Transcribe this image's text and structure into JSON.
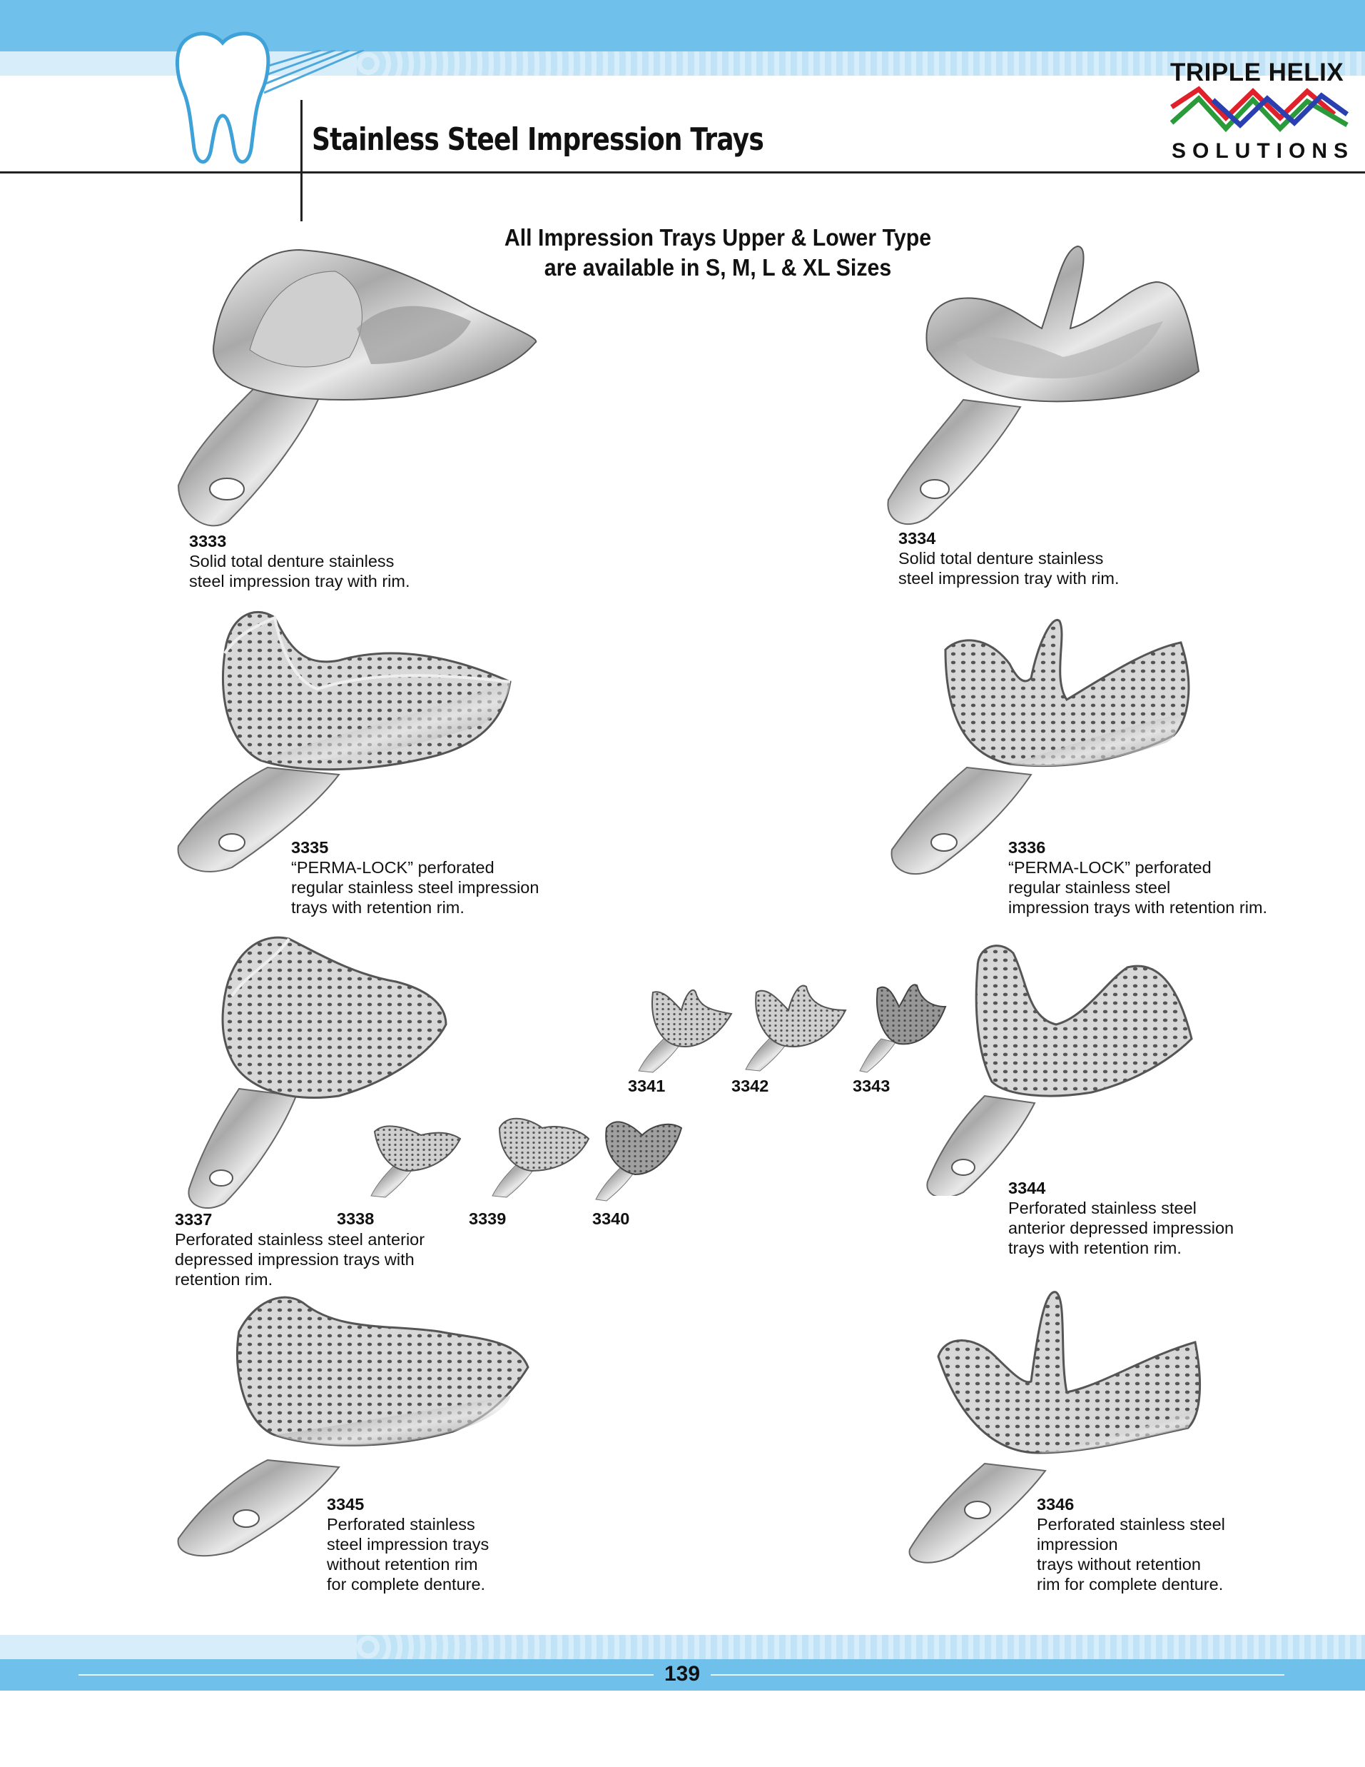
{
  "header": {
    "title": "Stainless Steel Impression Trays",
    "brand": {
      "line1": "TRIPLE HELIX",
      "line2": "SOLUTIONS"
    }
  },
  "subtitle": {
    "line1": "All Impression Trays Upper & Lower Type",
    "line2": "are available in S, M, L & XL Sizes"
  },
  "products": {
    "p3333": {
      "code": "3333",
      "desc": [
        "Solid total denture stainless",
        "steel impression tray with rim."
      ]
    },
    "p3334": {
      "code": "3334",
      "desc": [
        "Solid total denture stainless",
        "steel impression tray with rim."
      ]
    },
    "p3335": {
      "code": "3335",
      "desc": [
        "“PERMA-LOCK” perforated",
        "regular stainless steel impression",
        "trays with retention rim."
      ]
    },
    "p3336": {
      "code": "3336",
      "desc": [
        "“PERMA-LOCK” perforated",
        "regular stainless steel",
        "impression trays with retention rim."
      ]
    },
    "p3337": {
      "code": "3337",
      "desc": [
        "Perforated stainless steel anterior",
        "depressed impression trays with",
        "retention rim."
      ]
    },
    "p3338": {
      "code": "3338"
    },
    "p3339": {
      "code": "3339"
    },
    "p3340": {
      "code": "3340"
    },
    "p3341": {
      "code": "3341"
    },
    "p3342": {
      "code": "3342"
    },
    "p3343": {
      "code": "3343"
    },
    "p3344": {
      "code": "3344",
      "desc": [
        "Perforated stainless steel",
        "anterior depressed impression",
        "trays with retention rim."
      ]
    },
    "p3345": {
      "code": "3345",
      "desc": [
        "Perforated stainless",
        "steel impression trays",
        "without retention rim",
        "for complete denture."
      ]
    },
    "p3346": {
      "code": "3346",
      "desc": [
        "Perforated stainless steel",
        "impression",
        "trays without retention",
        "rim for complete denture."
      ]
    }
  },
  "footer": {
    "page_number": "139"
  },
  "colors": {
    "accent_blue": "#70c0ec",
    "light_blue": "#d7eefa",
    "brand_red": "#e0202a",
    "brand_green": "#2a9a3a",
    "brand_blue": "#2a3fb0"
  },
  "icons": [
    "tooth-icon",
    "brand-wave-logo"
  ]
}
